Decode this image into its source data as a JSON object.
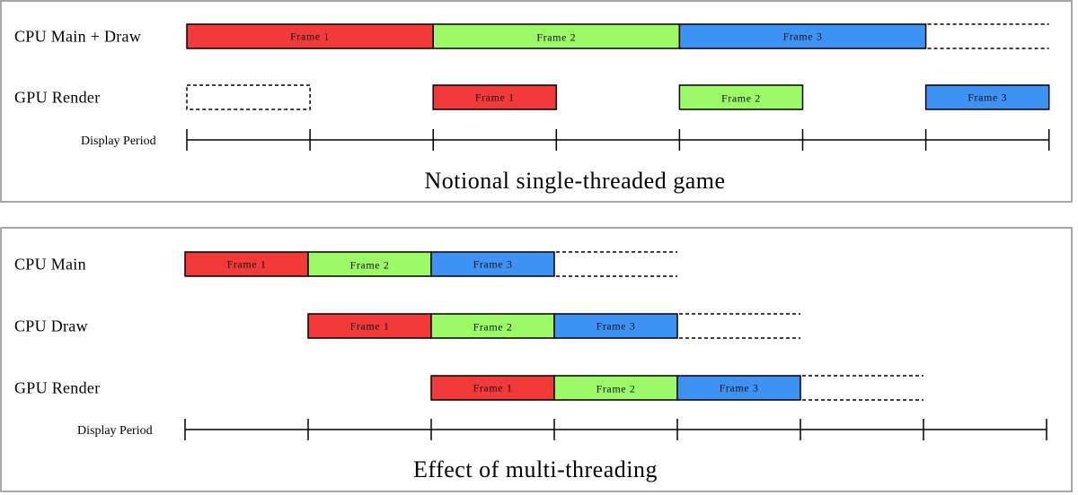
{
  "colors": {
    "frame_1": "#f23a3a",
    "frame_2": "#9cf968",
    "frame_3": "#3d92f4",
    "panel_border": "#8a8a8a"
  },
  "panel_top": {
    "caption": "Notional single-threaded game",
    "display_label": "Display Period",
    "display_ticks": 8,
    "rows": [
      {
        "label": "CPU Main + Draw",
        "segments": [
          {
            "start": 0,
            "end": 2,
            "label": "Frame 1",
            "color": "frame_1"
          },
          {
            "start": 2,
            "end": 4,
            "label": "Frame 2",
            "color": "frame_2"
          },
          {
            "start": 4,
            "end": 6,
            "label": "Frame 3",
            "color": "frame_3"
          }
        ],
        "continuation": {
          "start": 6,
          "end": 7
        }
      },
      {
        "label": "GPU Render",
        "empty": {
          "start": 0,
          "end": 1
        },
        "segments": [
          {
            "start": 2,
            "end": 3,
            "label": "Frame 1",
            "color": "frame_1"
          },
          {
            "start": 4,
            "end": 5,
            "label": "Frame 2",
            "color": "frame_2"
          },
          {
            "start": 6,
            "end": 7,
            "label": "Frame 3",
            "color": "frame_3"
          }
        ]
      }
    ]
  },
  "panel_bottom": {
    "caption": "Effect of multi-threading",
    "display_label": "Display Period",
    "display_ticks": 8,
    "rows": [
      {
        "label": "CPU Main",
        "segments": [
          {
            "start": 0,
            "end": 1,
            "label": "Frame 1",
            "color": "frame_1"
          },
          {
            "start": 1,
            "end": 2,
            "label": "Frame 2",
            "color": "frame_2"
          },
          {
            "start": 2,
            "end": 3,
            "label": "Frame 3",
            "color": "frame_3"
          }
        ],
        "continuation": {
          "start": 3,
          "end": 4
        }
      },
      {
        "label": "CPU Draw",
        "segments": [
          {
            "start": 1,
            "end": 2,
            "label": "Frame 1",
            "color": "frame_1"
          },
          {
            "start": 2,
            "end": 3,
            "label": "Frame 2",
            "color": "frame_2"
          },
          {
            "start": 3,
            "end": 4,
            "label": "Frame 3",
            "color": "frame_3"
          }
        ],
        "continuation": {
          "start": 4,
          "end": 5
        }
      },
      {
        "label": "GPU Render",
        "segments": [
          {
            "start": 2,
            "end": 3,
            "label": "Frame 1",
            "color": "frame_1"
          },
          {
            "start": 3,
            "end": 4,
            "label": "Frame 2",
            "color": "frame_2"
          },
          {
            "start": 4,
            "end": 5,
            "label": "Frame 3",
            "color": "frame_3"
          }
        ],
        "continuation": {
          "start": 5,
          "end": 6
        }
      }
    ]
  }
}
